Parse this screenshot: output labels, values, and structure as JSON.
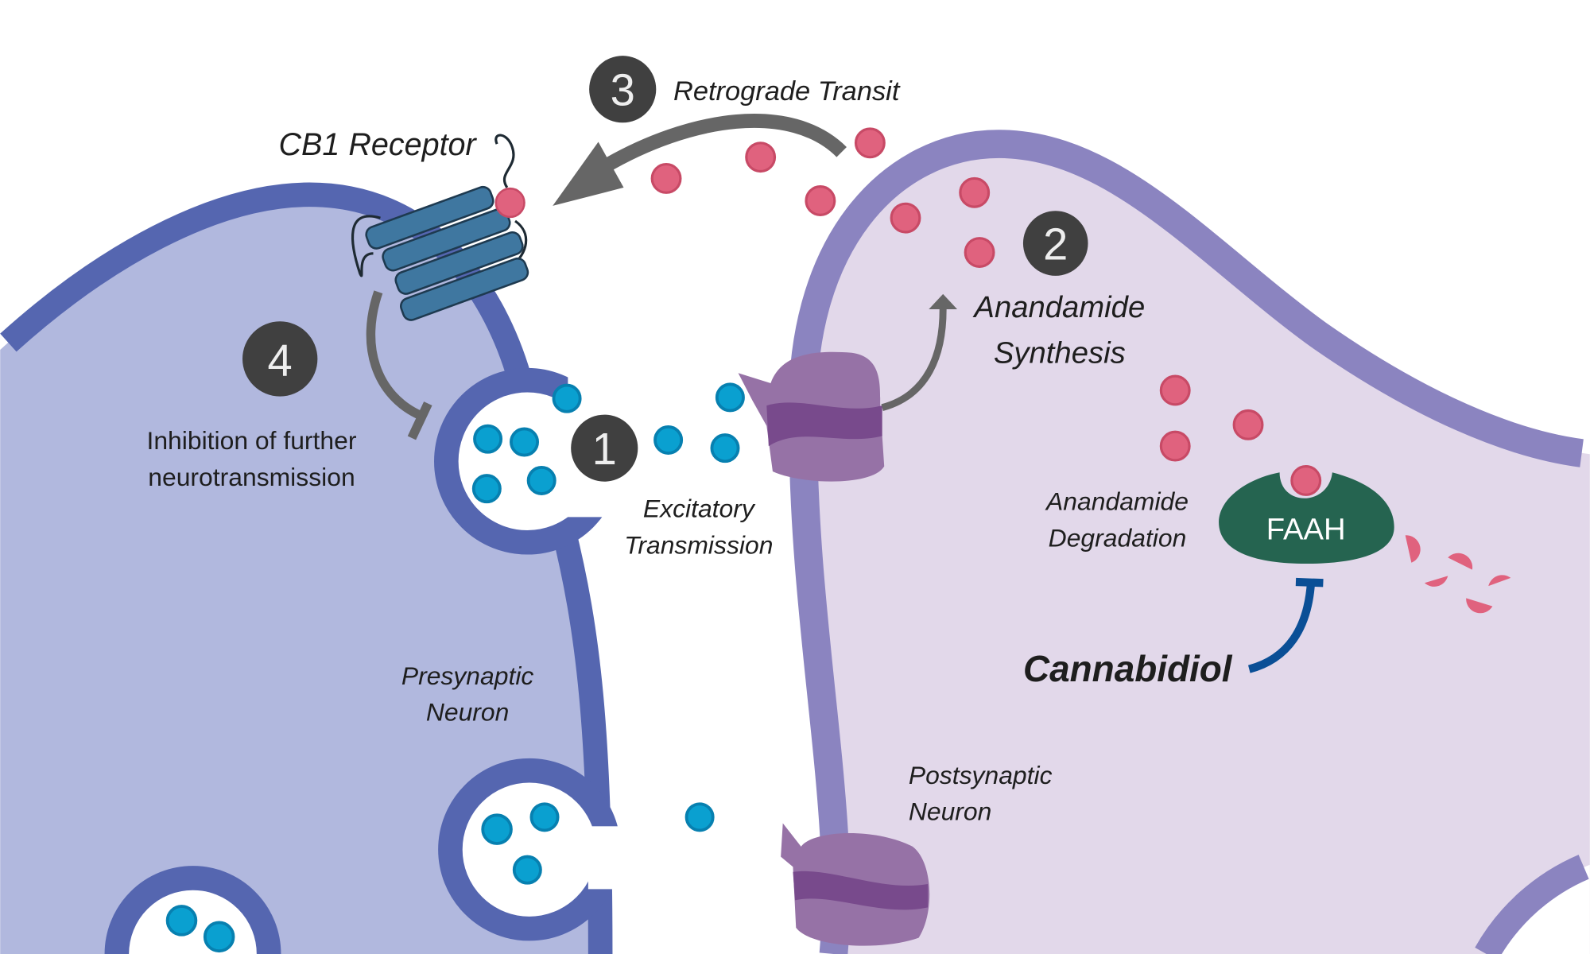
{
  "labels": {
    "cb1_receptor": "CB1 Receptor",
    "retrograde_transit": "Retrograde Transit",
    "anandamide_synthesis_1": "Anandamide",
    "anandamide_synthesis_2": "Synthesis",
    "inhibition_1": "Inhibition of further",
    "inhibition_2": "neurotransmission",
    "excitatory_1": "Excitatory",
    "excitatory_2": "Transmission",
    "degradation_1": "Anandamide",
    "degradation_2": "Degradation",
    "faah": "FAAH",
    "cannabidiol": "Cannabidiol",
    "presynaptic_1": "Presynaptic",
    "presynaptic_2": "Neuron",
    "postsynaptic_1": "Postsynaptic",
    "postsynaptic_2": "Neuron"
  },
  "steps": [
    "1",
    "2",
    "3",
    "4"
  ],
  "colors": {
    "presynaptic_fill": "#b1b8de",
    "presynaptic_membrane": "#5566b0",
    "postsynaptic_fill": "#e2d8ea",
    "postsynaptic_membrane": "#8b84c0",
    "anandamide": "#e0627e",
    "neurotransmitter": "#0aa0d0",
    "faah": "#256450",
    "receptor": "#3f77a0",
    "cannabidiol_inhibitor": "#0a4f96",
    "step_badge": "#404040"
  }
}
